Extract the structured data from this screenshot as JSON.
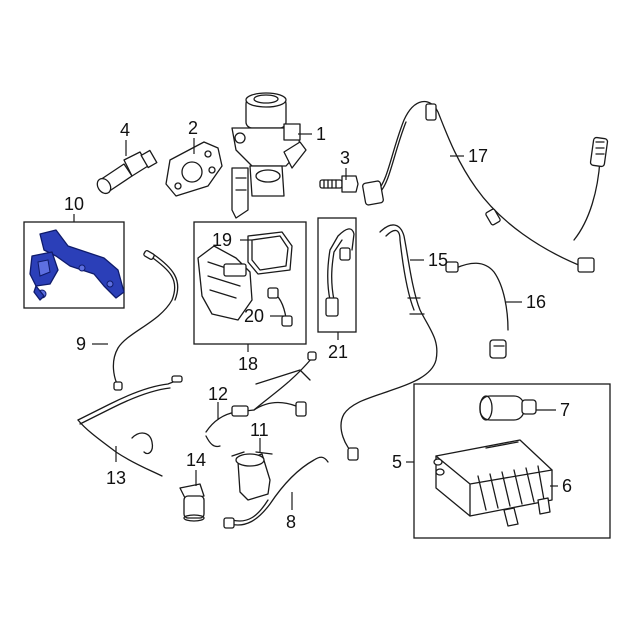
{
  "diagram": {
    "highlight_color": "#2b3fb8",
    "callouts": [
      {
        "id": "1",
        "text": "1"
      },
      {
        "id": "2",
        "text": "2"
      },
      {
        "id": "3",
        "text": "3"
      },
      {
        "id": "4",
        "text": "4"
      },
      {
        "id": "5",
        "text": "5"
      },
      {
        "id": "6",
        "text": "6"
      },
      {
        "id": "7",
        "text": "7"
      },
      {
        "id": "8",
        "text": "8"
      },
      {
        "id": "9",
        "text": "9"
      },
      {
        "id": "10",
        "text": "10"
      },
      {
        "id": "11",
        "text": "11"
      },
      {
        "id": "12",
        "text": "12"
      },
      {
        "id": "13",
        "text": "13"
      },
      {
        "id": "14",
        "text": "14"
      },
      {
        "id": "15",
        "text": "15"
      },
      {
        "id": "16",
        "text": "16"
      },
      {
        "id": "17",
        "text": "17"
      },
      {
        "id": "18",
        "text": "18"
      },
      {
        "id": "19",
        "text": "19"
      },
      {
        "id": "20",
        "text": "20"
      },
      {
        "id": "21",
        "text": "21"
      }
    ]
  }
}
